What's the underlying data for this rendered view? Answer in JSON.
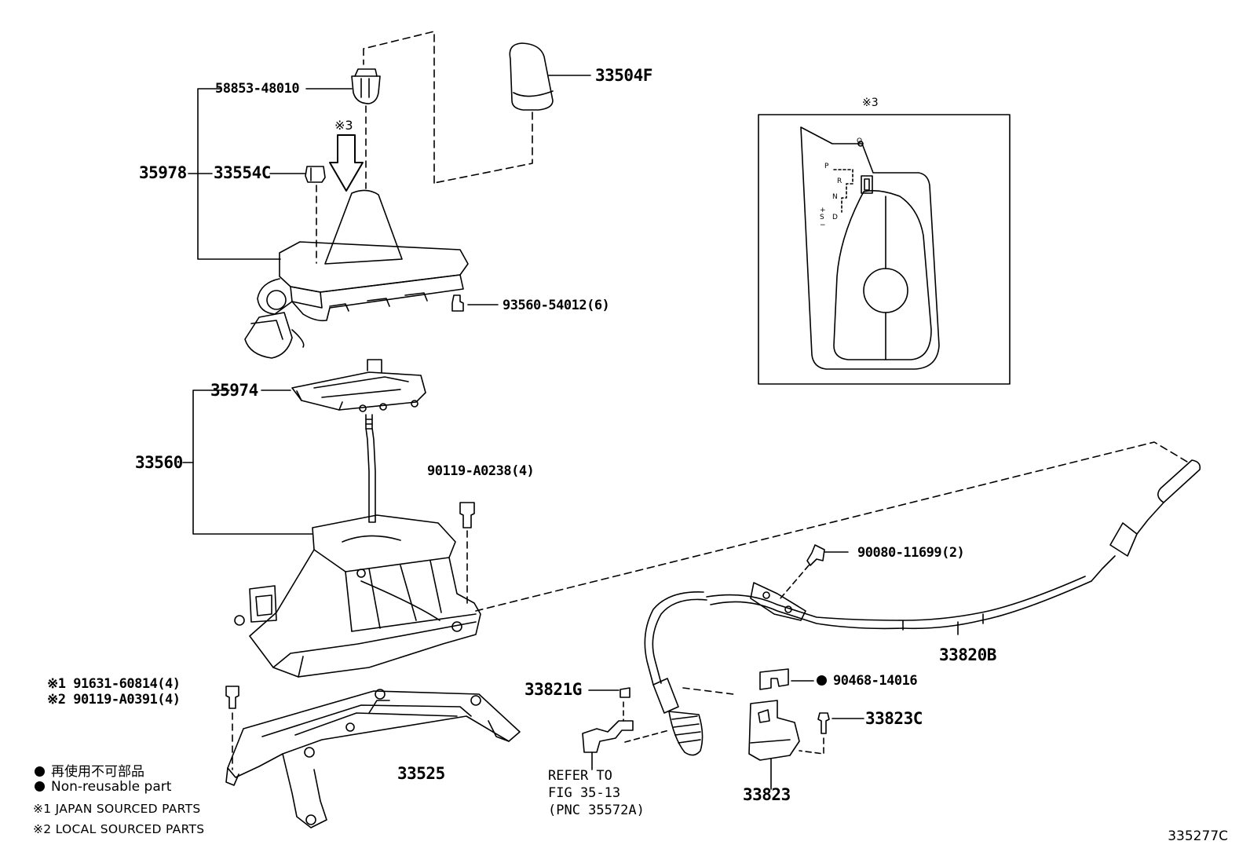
{
  "labels": {
    "p33504F": "33504F",
    "p58853": "58853-48010",
    "p35978": "35978",
    "p33554C": "33554C",
    "p93560": "93560-54012(6)",
    "p35974": "35974",
    "p33560": "33560",
    "p90119_a0238": "90119-A0238(4)",
    "p90080": "90080-11699(2)",
    "p33820B": "33820B",
    "p33821G": "33821G",
    "p90468": "90468-14016",
    "p33823C": "33823C",
    "p33823": "33823",
    "p91631": "※1 91631-60814(4)",
    "p90119_a0391": "※2 90119-A0391(4)",
    "p33525": "33525",
    "ref1": "REFER TO",
    "ref2": "FIG 35-13",
    "ref3": "(PNC 35572A)"
  },
  "inset": {
    "title": "※3",
    "shift": {
      "p": "P",
      "r": "R",
      "n": "N",
      "d": "D",
      "s": "S",
      "plus": "+",
      "minus": "−",
      "o": "O"
    }
  },
  "note": "※3",
  "legend": {
    "jp": "再使用不可部品",
    "en": "Non-reusable part",
    "note1": "※1 JAPAN SOURCED PARTS",
    "note2": "※2 LOCAL SOURCED PARTS"
  },
  "figure_id": "335277C"
}
